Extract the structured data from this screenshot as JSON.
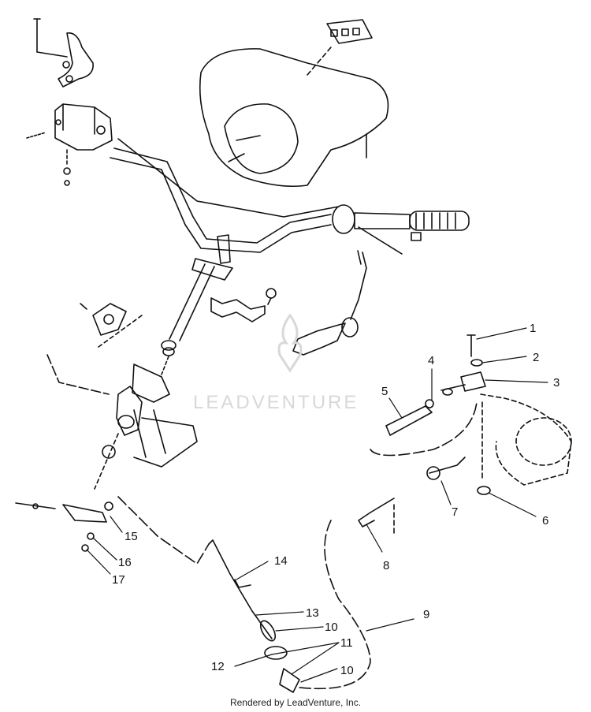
{
  "watermark": {
    "brand": "LEADVENTURE",
    "logo_icon": "flame-v-logo-icon"
  },
  "footer": {
    "credit": "Rendered by LeadVenture, Inc."
  },
  "callouts": [
    {
      "id": "1",
      "label": "1"
    },
    {
      "id": "2",
      "label": "2"
    },
    {
      "id": "3",
      "label": "3"
    },
    {
      "id": "4",
      "label": "4"
    },
    {
      "id": "5",
      "label": "5"
    },
    {
      "id": "6",
      "label": "6"
    },
    {
      "id": "7",
      "label": "7"
    },
    {
      "id": "8",
      "label": "8"
    },
    {
      "id": "9",
      "label": "9"
    },
    {
      "id": "10a",
      "label": "10"
    },
    {
      "id": "10b",
      "label": "10"
    },
    {
      "id": "11",
      "label": "11"
    },
    {
      "id": "12",
      "label": "12"
    },
    {
      "id": "13",
      "label": "13"
    },
    {
      "id": "14",
      "label": "14"
    },
    {
      "id": "15",
      "label": "15"
    },
    {
      "id": "16",
      "label": "16"
    },
    {
      "id": "17",
      "label": "17"
    }
  ],
  "colors": {
    "ink": "#111111",
    "watermark": "#d8d8d8",
    "background": "#ffffff"
  }
}
